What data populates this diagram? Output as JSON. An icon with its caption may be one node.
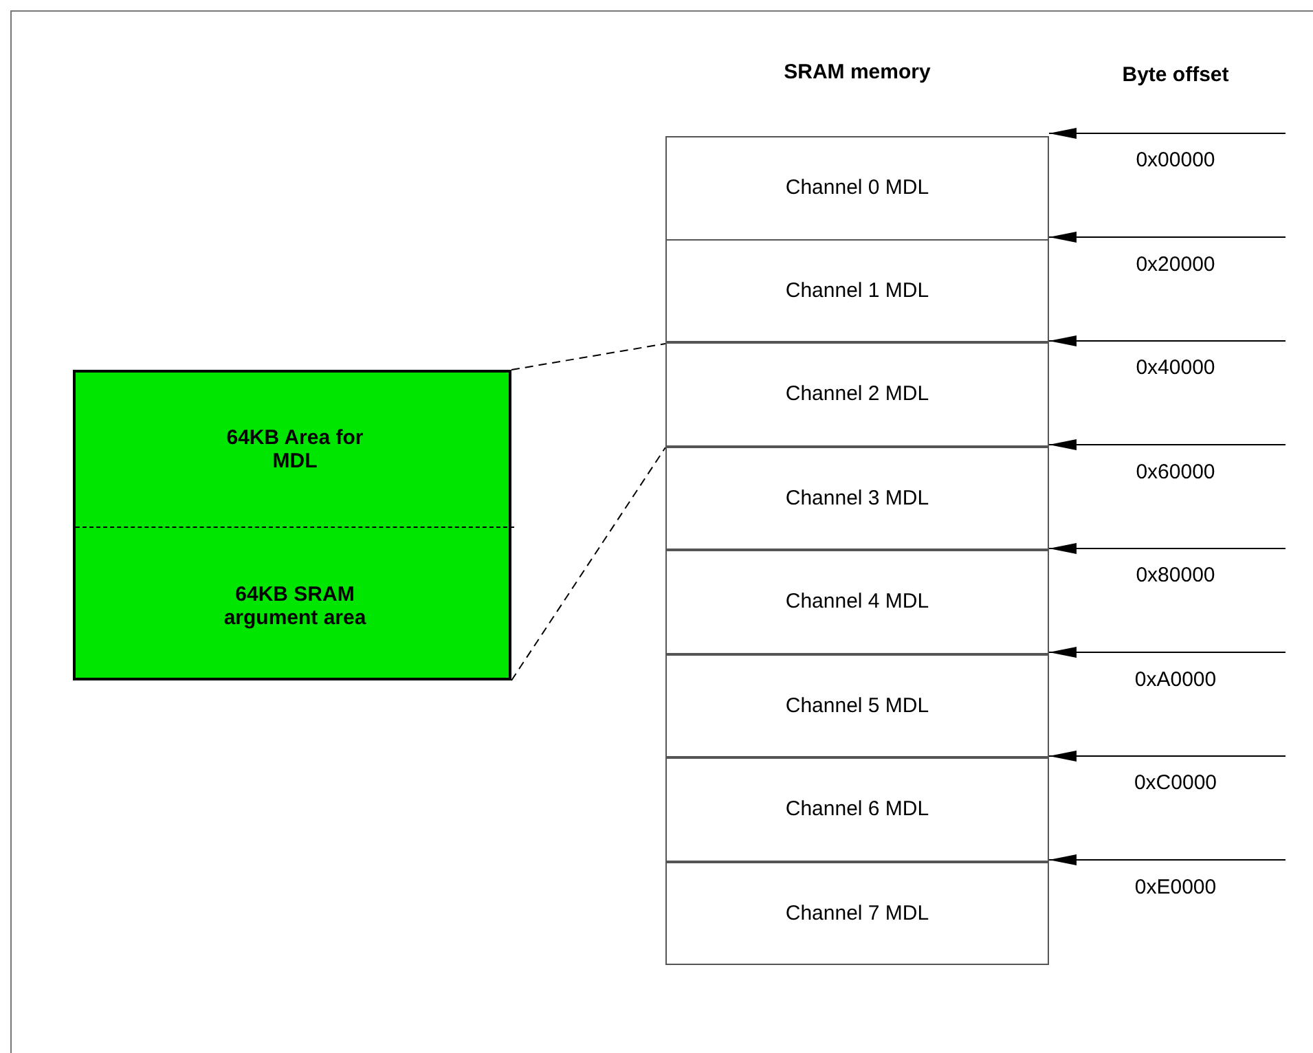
{
  "diagram": {
    "nodes": [
      {
        "text": [
          "SRAM memory"
        ]
      },
      {
        "text": [
          "Channel 0 MDL"
        ],
        "in": 0
      },
      {
        "text": [
          "Channel 1 MDL"
        ],
        "in": 0
      },
      {
        "text": [
          "Channel 2 MDL"
        ],
        "in": 0
      },
      {
        "text": [
          "Channel 3 MDL"
        ],
        "in": 0
      },
      {
        "text": [
          "Channel 4 MDL"
        ],
        "in": 0
      },
      {
        "text": [
          "Channel 5 MDL"
        ],
        "in": 0
      },
      {
        "text": [
          "Channel 6 MDL"
        ],
        "in": 0
      },
      {
        "text": [
          "Channel 7 MDL"
        ],
        "in": 0
      },
      {
        "text": [],
        "shape": "box"
      },
      {
        "text": [
          "64KB Area for MDL"
        ],
        "in": 9
      },
      {
        "text": [
          "64KB SRAM argument area"
        ],
        "in": 9
      }
    ],
    "edges": [
      {
        "from": null,
        "to": 1,
        "arrow": "to"
      },
      {
        "from": null,
        "to": 2,
        "arrow": "to"
      },
      {
        "from": null,
        "to": 3,
        "arrow": "to"
      },
      {
        "from": null,
        "to": 4,
        "arrow": "to"
      },
      {
        "from": null,
        "to": 5,
        "arrow": "to"
      },
      {
        "from": null,
        "to": 6,
        "arrow": "to"
      },
      {
        "from": null,
        "to": 7,
        "arrow": "to"
      },
      {
        "from": null,
        "to": 8,
        "arrow": "to"
      },
      {
        "from": 9,
        "to": 3,
        "arrow": "none",
        "style": "dashed"
      },
      {
        "from": 9,
        "to": 3,
        "arrow": "none",
        "style": "dashed"
      }
    ],
    "labels": [
      "Byte offset",
      "0x00000",
      "0x20000",
      "0x40000",
      "0x60000",
      "0x80000",
      "0xA0000",
      "0xC0000",
      "0xE0000"
    ]
  }
}
